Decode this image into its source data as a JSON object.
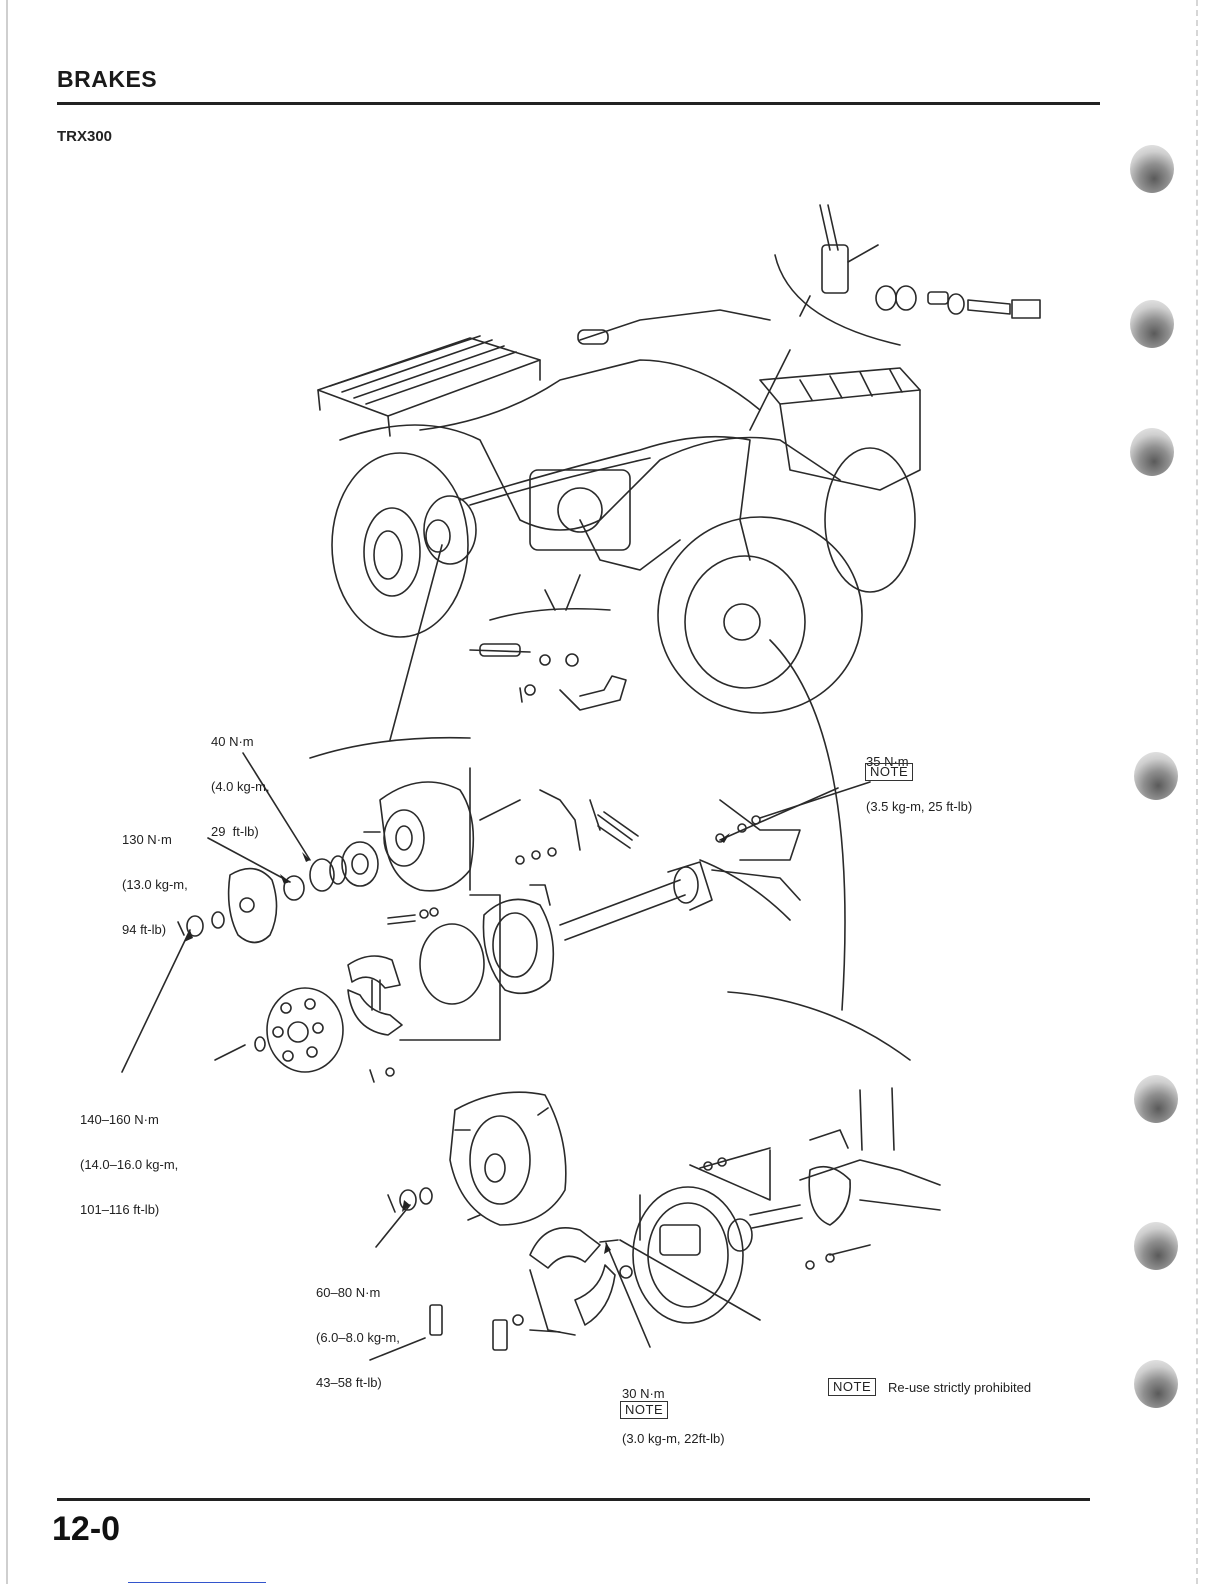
{
  "header": {
    "section_title": "BRAKES",
    "model": "TRX300"
  },
  "torque_specs": {
    "rear_axle_nut": [
      "40 N·m",
      "(4.0 kg-m,",
      "29  ft-lb)"
    ],
    "hub_nut": [
      "130 N·m",
      "(13.0 kg-m,",
      "94 ft-lb)"
    ],
    "drum_nut": [
      "140–160 N·m",
      "(14.0–16.0 kg-m,",
      "101–116 ft-lb)"
    ],
    "caliper_bolt": [
      "35 N·m",
      "(3.5 kg-m, 25 ft-lb)"
    ],
    "front_axle_nut": [
      "60–80 N·m",
      "(6.0–8.0 kg-m,",
      "43–58 ft-lb)"
    ],
    "panel_bolt": [
      "30 N·m",
      "(3.0 kg-m, 22ft-lb)"
    ]
  },
  "notes": {
    "note_label": "NOTE",
    "legend_text": "Re-use strictly prohibited"
  },
  "footer": {
    "page_number": "12-0"
  }
}
